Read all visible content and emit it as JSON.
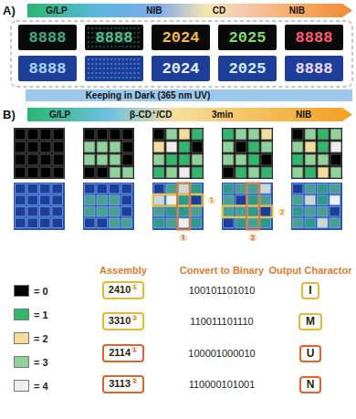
{
  "diagram": {
    "nodes": [
      {
        "text": [
          "G/LP",
          "NIB",
          "CD",
          "NIB"
        ]
      },
      {
        "text": [
          "Keeping in Dark (365 nm UV)"
        ]
      },
      {
        "text": [
          "G/LP",
          "β-CD⁺/CD",
          "3min",
          "NIB"
        ]
      },
      {
        "text": [
          "2410",
          "①"
        ]
      },
      {
        "text": [
          "I"
        ]
      },
      {
        "text": [
          "3310",
          "②"
        ]
      },
      {
        "text": [
          "M"
        ]
      },
      {
        "text": [
          "2114",
          "①"
        ]
      },
      {
        "text": [
          "U"
        ]
      },
      {
        "text": [
          "3113",
          "②"
        ]
      },
      {
        "text": [
          "N"
        ]
      }
    ],
    "labels": [
      "A)",
      "8888",
      "8888",
      "2024",
      "2025",
      "8888",
      "8888",
      "2024",
      "2025",
      "8888",
      "B)",
      "①",
      "②",
      "①",
      "②",
      "Assembly",
      "Convert to Binary",
      "Output Charactor",
      "100101101010",
      "110011101110",
      "100001000010",
      "110000101001"
    ],
    "legend": [
      {
        "text": "= 0",
        "color": "#000000"
      },
      {
        "text": "= 1",
        "color": "#2fb86b"
      },
      {
        "text": "= 2",
        "color": "#f6dc9a"
      },
      {
        "text": "= 3",
        "color": "#8fd39a"
      },
      {
        "text": "= 4",
        "color": "#ededed"
      }
    ]
  }
}
